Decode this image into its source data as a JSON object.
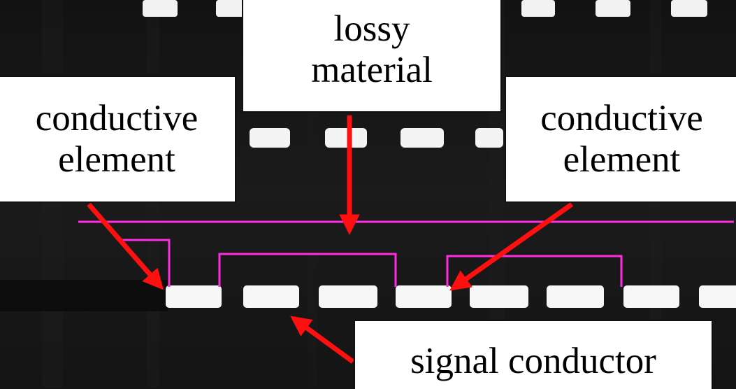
{
  "colors": {
    "background": "#151515",
    "conductor": "#f7f7f7",
    "dimension_lines": "#ff2ce0",
    "arrows": "#ff0f0f",
    "label_box": "#ffffff",
    "label_text": "#000000"
  },
  "labels": {
    "lossy_material": {
      "line1": "lossy",
      "line2": "material"
    },
    "conductive_element_left": {
      "line1": "conductive",
      "line2": "element"
    },
    "conductive_element_right": {
      "line1": "conductive",
      "line2": "element"
    },
    "signal_conductor": {
      "line1": "signal conductor"
    }
  }
}
